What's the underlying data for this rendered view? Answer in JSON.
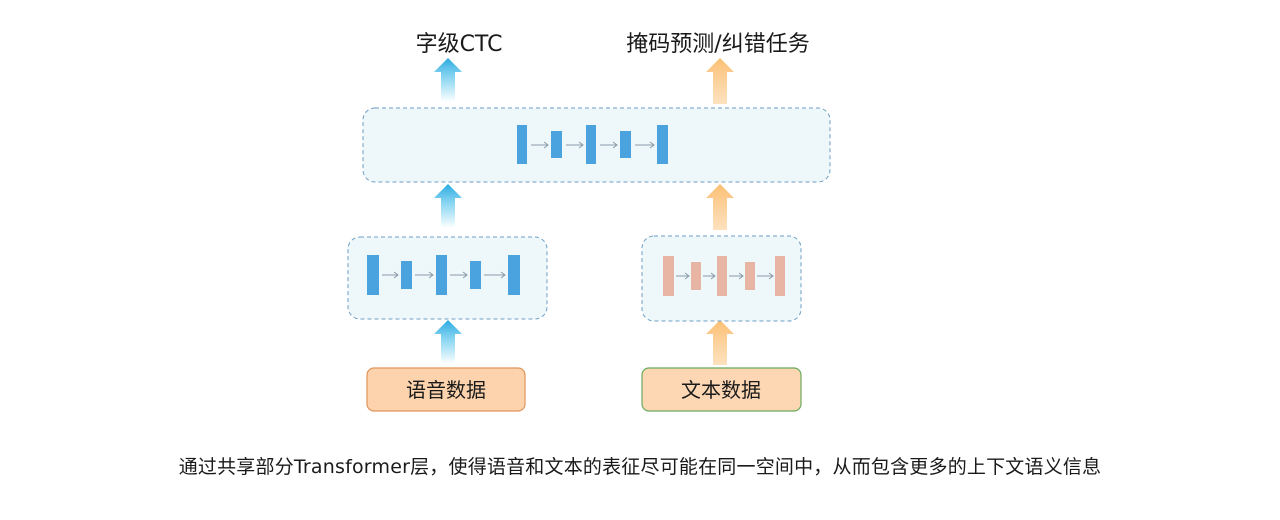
{
  "outputs": {
    "left_label": "字级CTC",
    "right_label": "掩码预测/纠错任务"
  },
  "inputs": {
    "speech_label": "语音数据",
    "text_label": "文本数据"
  },
  "caption": "通过共享部分Transformer层，使得语音和文本的表征尽可能在同一空间中，从而包含更多的上下文语义信息",
  "colors": {
    "speech_arrow": "#4fc3ec",
    "text_arrow": "#fcc98a",
    "encoder_bar_blue": "#4aa3df",
    "encoder_bar_pink": "#e8b4a4",
    "box_fill": "#eef8fb",
    "box_border": "#6f9ec4",
    "speech_input_fill": "#fcd3ad",
    "speech_input_border": "#e0955a",
    "text_input_fill": "#fdd7b4",
    "text_input_border": "#6bab5d"
  }
}
